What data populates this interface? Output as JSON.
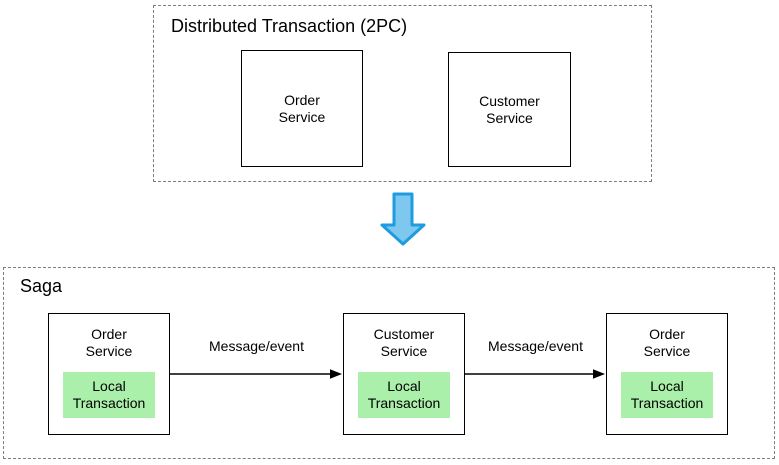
{
  "diagram": {
    "title_top": "Distributed Transaction (2PC)",
    "title_bottom": "Saga",
    "colors": {
      "group_border": "#7d7d7d",
      "box_border": "#000000",
      "local_transaction_fill": "#aaf0aa",
      "arrow_fill": "#7ec8f0",
      "arrow_stroke": "#1e9ce0",
      "background": "#ffffff"
    },
    "top_group": {
      "label": "Distributed Transaction (2PC)",
      "boxes": [
        {
          "name": "Order Service",
          "label": "Order\nService"
        },
        {
          "name": "Customer Service",
          "label": "Customer\nService"
        }
      ]
    },
    "transition_arrow": {
      "icon": "down-arrow-icon",
      "direction": "down"
    },
    "bottom_group": {
      "label": "Saga",
      "boxes": [
        {
          "name": "Order Service",
          "label": "Order\nService",
          "local": "Local\nTransaction"
        },
        {
          "name": "Customer Service",
          "label": "Customer\nService",
          "local": "Local\nTransaction"
        },
        {
          "name": "Order Service",
          "label": "Order\nService",
          "local": "Local\nTransaction"
        }
      ],
      "connectors": [
        {
          "label": "Message/event"
        },
        {
          "label": "Message/event"
        }
      ]
    }
  }
}
